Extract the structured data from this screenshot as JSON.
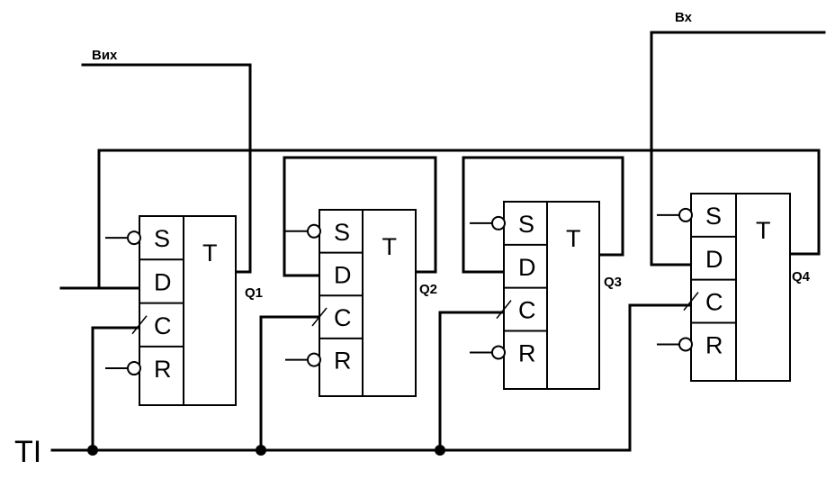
{
  "labels": {
    "output": "Вих",
    "input": "Вх",
    "clock": "TI"
  },
  "flipflops": [
    {
      "type_label": "T",
      "pins": [
        "S",
        "D",
        "C",
        "R"
      ],
      "output": "Q1"
    },
    {
      "type_label": "T",
      "pins": [
        "S",
        "D",
        "C",
        "R"
      ],
      "output": "Q2"
    },
    {
      "type_label": "T",
      "pins": [
        "S",
        "D",
        "C",
        "R"
      ],
      "output": "Q3"
    },
    {
      "type_label": "T",
      "pins": [
        "S",
        "D",
        "C",
        "R"
      ],
      "output": "Q4"
    }
  ]
}
